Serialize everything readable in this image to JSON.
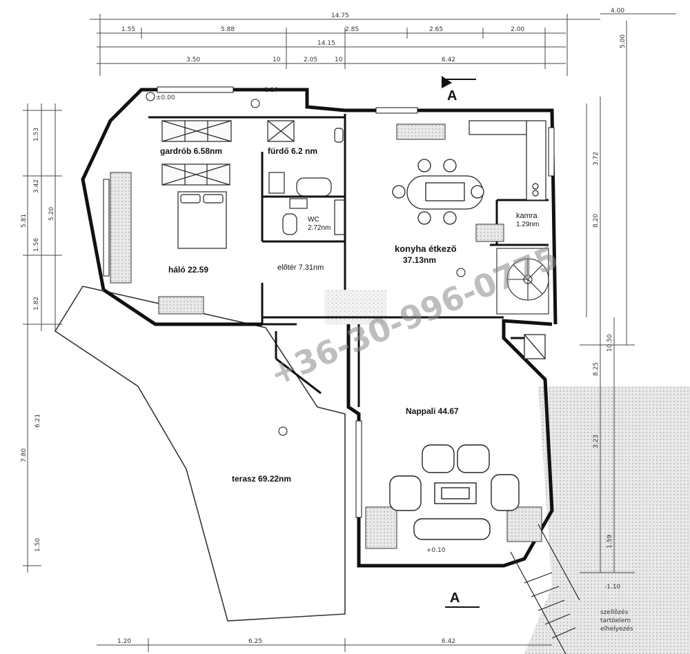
{
  "rooms": {
    "gardrob": "gardrób 6.58nm",
    "furdo": "fürdő 6.2 nm",
    "wc_name": "WC",
    "wc_area": "2.72nm",
    "halo": "háló 22.59",
    "eloter": "előtér 7.31nm",
    "konyha_name": "konyha étkező",
    "konyha_area": "37.13nm",
    "kamra_name": "kamra",
    "kamra_area": "1.29nm",
    "nappali": "Nappali 44.67",
    "terasz": "terasz 69.22nm"
  },
  "watermark": "+36-30-996-0775",
  "dimensions_top": {
    "total": "14.75",
    "right": "4.00",
    "r1": [
      "1.55",
      "5.88",
      "2.85",
      "2.65",
      "2.00"
    ],
    "r2": "14.15",
    "r3": [
      "3.50",
      "10",
      "2.05",
      "10",
      "6.42"
    ]
  },
  "dimensions_left": [
    "1.53",
    "5.81",
    "5.20",
    "3.42",
    "1.56",
    "1.82",
    "7.80",
    "6.21",
    "1.50"
  ],
  "dimensions_right": [
    "5.00",
    "3.72",
    "8.20",
    "10.50",
    "8.25",
    "3.23",
    "1.59"
  ],
  "dimensions_bottom": [
    "1.20",
    "6.25",
    "6.42"
  ],
  "levels": [
    "±0.00",
    "-1.10",
    "-1.10",
    "+0.10"
  ],
  "section_marker": "A",
  "notes": [
    "szellőzés",
    "tartóelem",
    "elhelyezés"
  ]
}
